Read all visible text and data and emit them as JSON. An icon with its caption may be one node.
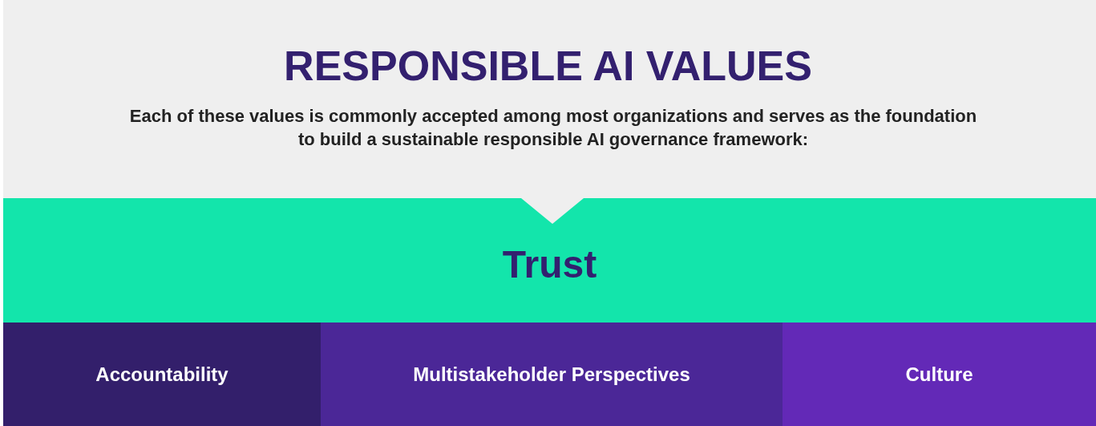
{
  "diagram": {
    "title": "RESPONSIBLE AI VALUES",
    "nodes": [
      {
        "text": [
          "Trust"
        ]
      },
      {
        "text": [
          "Accountability"
        ]
      },
      {
        "text": [
          "Multistakeholder Perspectives"
        ]
      },
      {
        "text": [
          "Culture"
        ]
      }
    ],
    "labels": [
      "Each of these values is commonly accepted among most organizations and serves as the foundation to build a sustainable responsible AI governance framework:"
    ]
  }
}
